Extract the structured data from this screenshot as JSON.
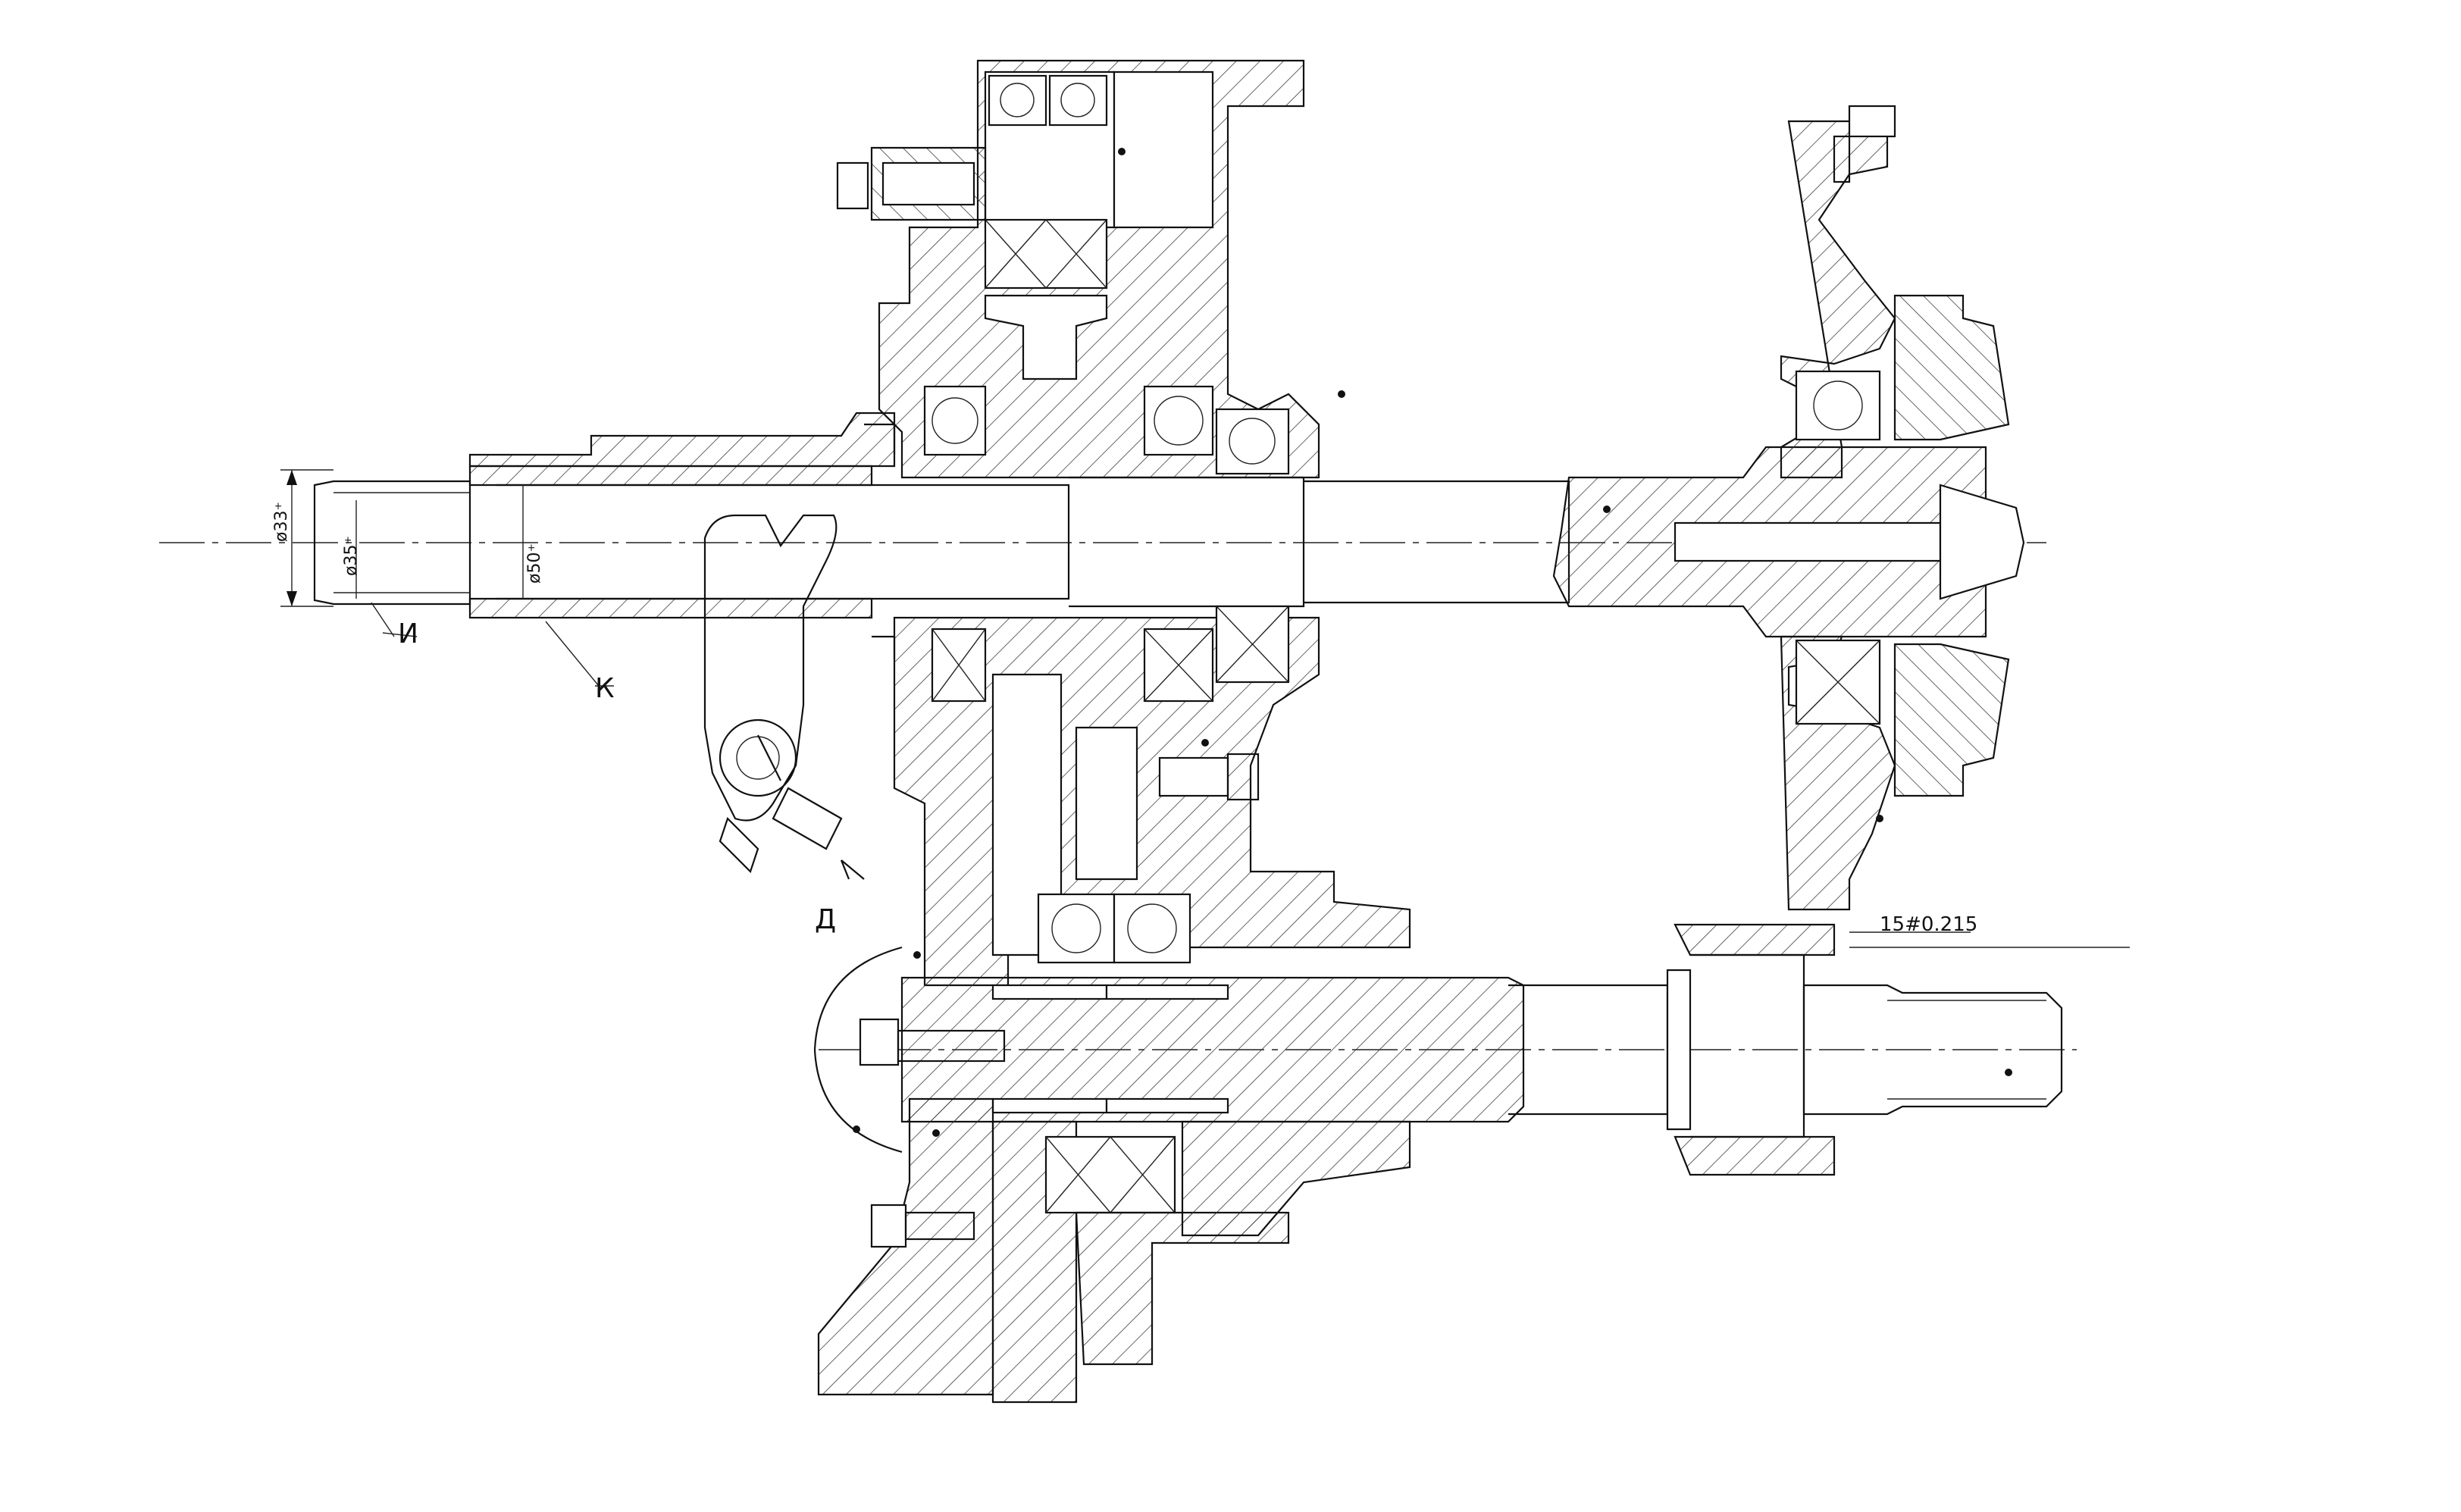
{
  "drawing": {
    "labels": {
      "dim_d33": "ø33⁺",
      "dim_d35": "ø35⁺",
      "dim_d50": "ø50⁺",
      "callout_i": "И",
      "callout_k": "К",
      "callout_d": "Д",
      "spec_note": "15#0.215"
    }
  }
}
